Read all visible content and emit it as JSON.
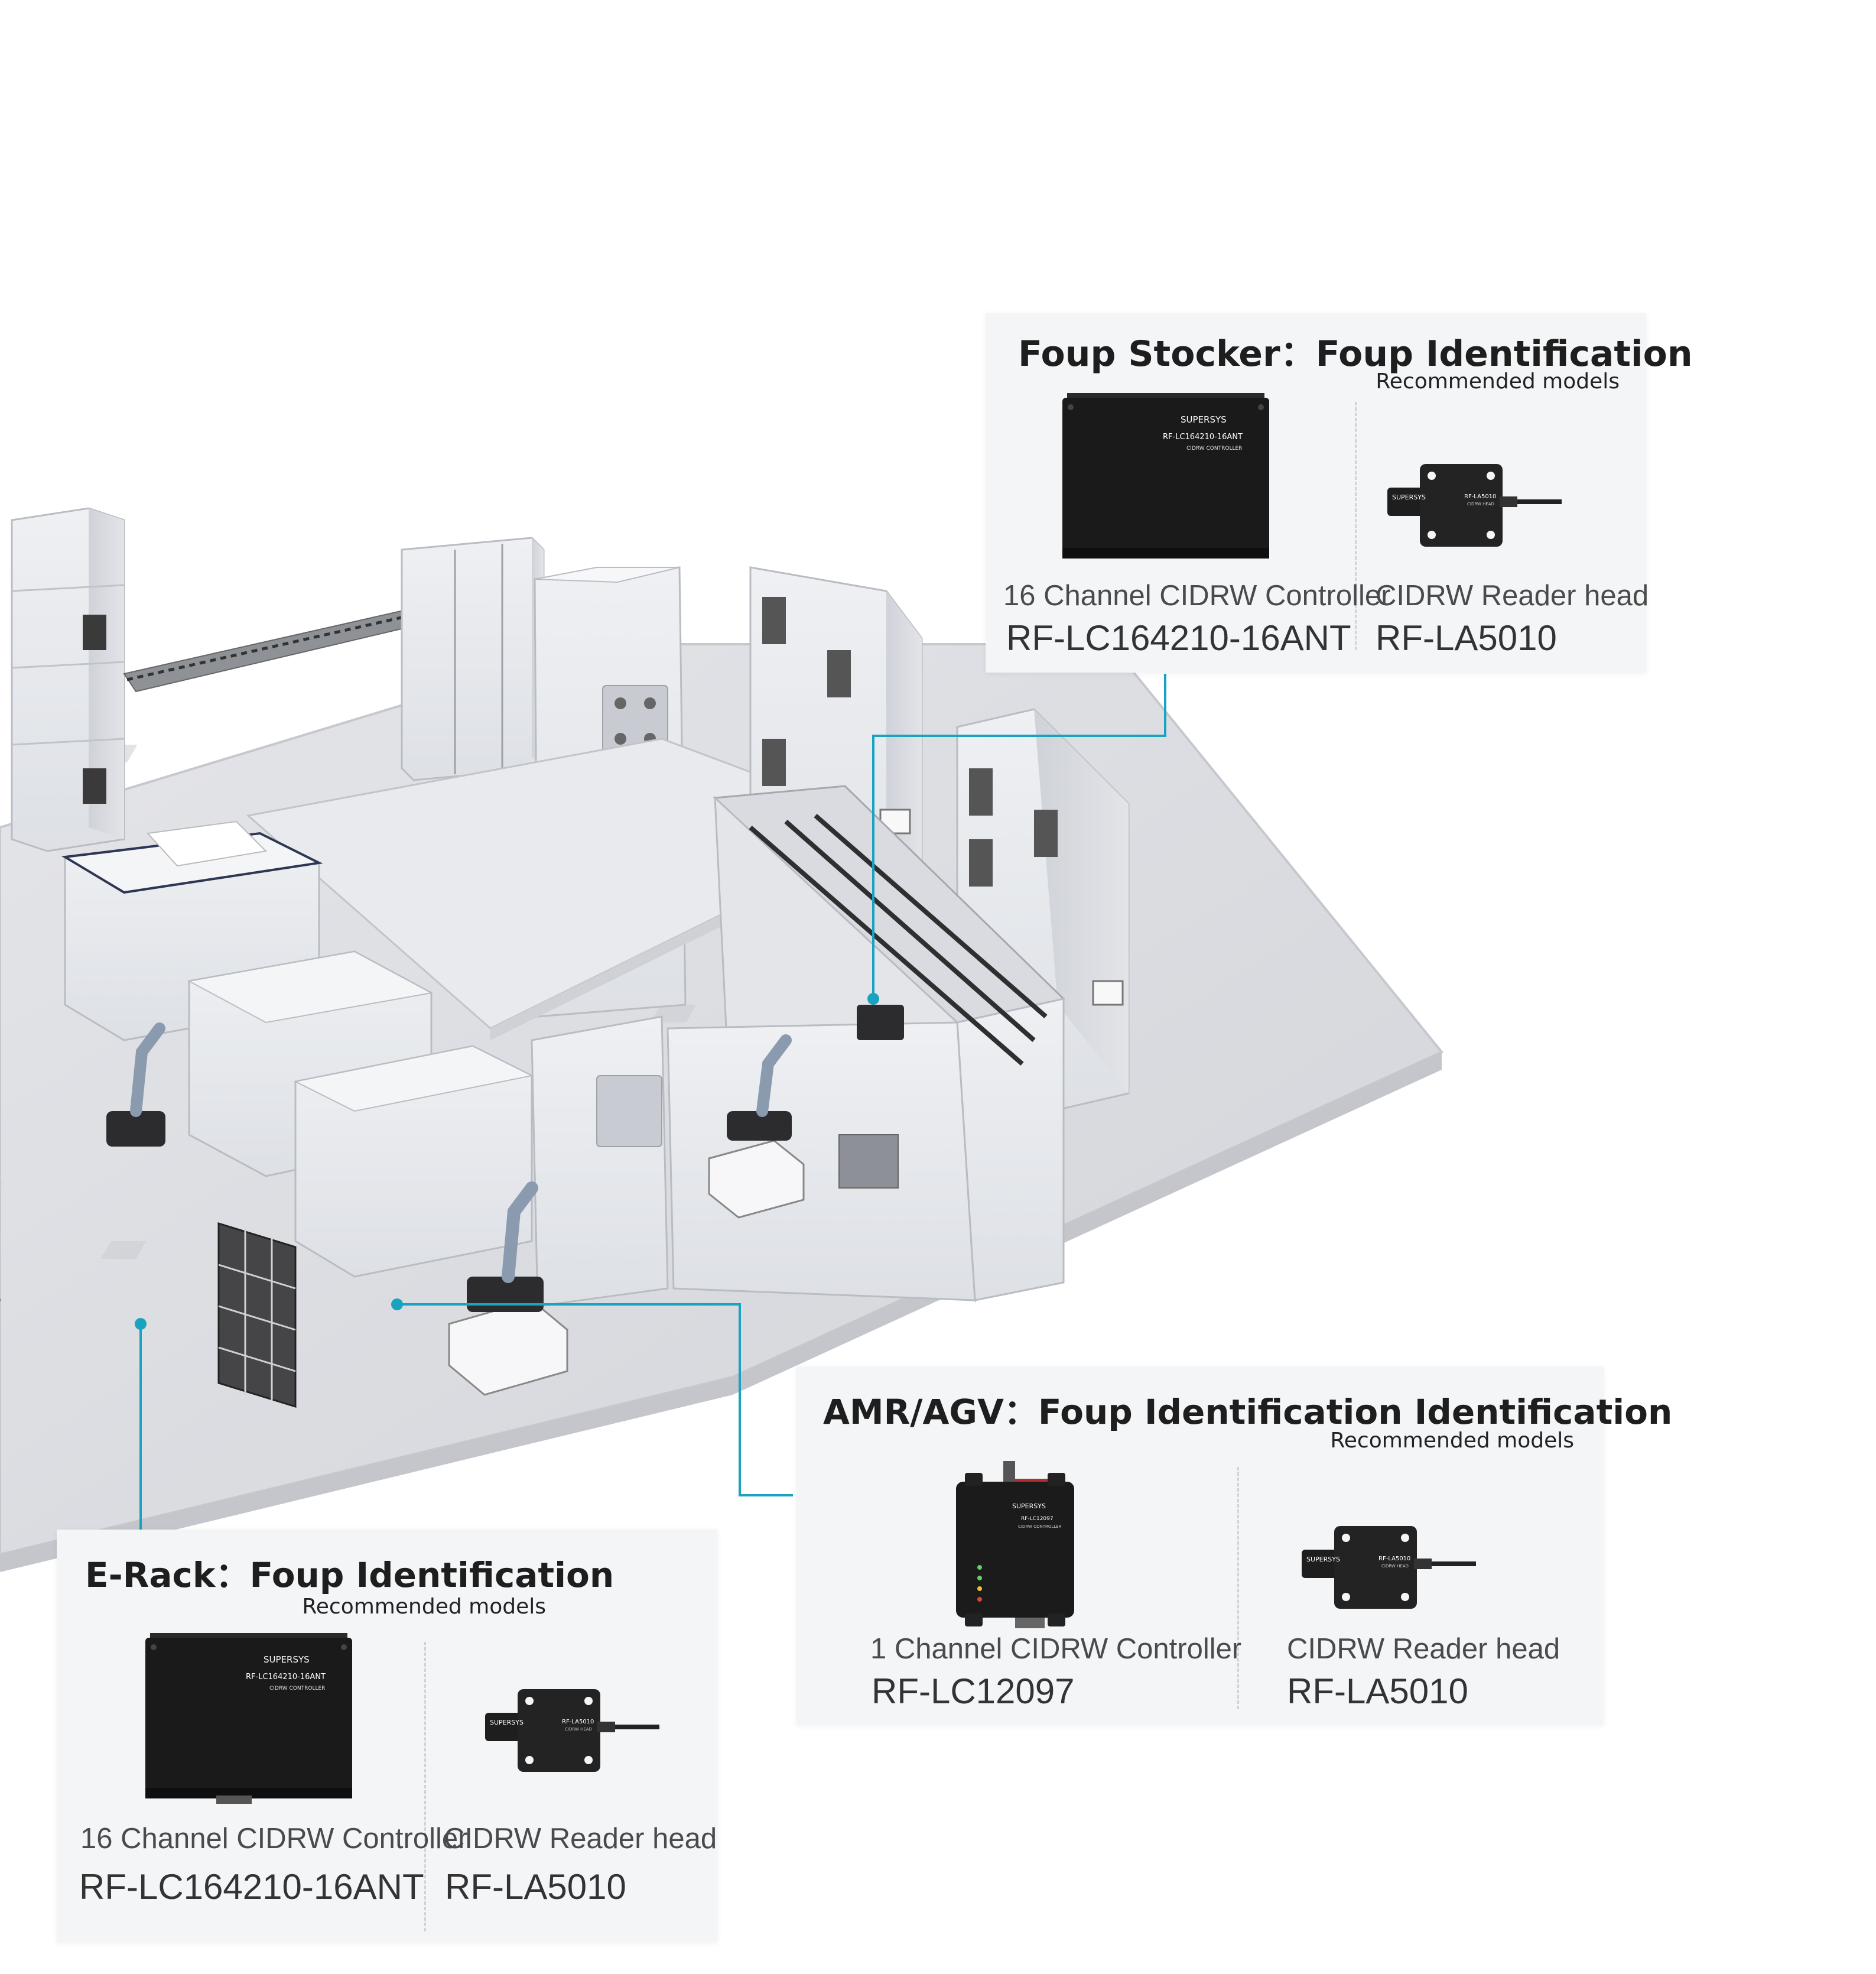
{
  "colors": {
    "accent_line": "#1aa3c0",
    "panel_bg": "#f3f5f7",
    "device_body": "#1a1a1a",
    "floor": "#dcdde2",
    "machine": "#eceef2"
  },
  "panels": {
    "foup_stocker": {
      "title": "Foup Stocker：Foup Identification",
      "subtitle": "Recommended models",
      "products": [
        {
          "device_label_brand": "SUPERSYS",
          "device_label_model": "RF-LC164210-16ANT",
          "device_label_type": "CIDRW CONTROLLER",
          "description": "16 Channel  CIDRW Controller",
          "model": "RF-LC164210-16ANT"
        },
        {
          "device_label_brand": "SUPERSYS",
          "device_label_model": "RF-LA5010",
          "device_label_type": "CIDRW HEAD",
          "description": "CIDRW Reader head",
          "model": "RF-LA5010"
        }
      ]
    },
    "amr_agv": {
      "title": "AMR/AGV：Foup Identification Identification",
      "subtitle": "Recommended models",
      "products": [
        {
          "device_label_brand": "SUPERSYS",
          "device_label_model": "RF-LC12097",
          "device_label_type": "CIDRW CONTROLLER",
          "description": "1 Channel  CIDRW Controller",
          "model": "RF-LC12097"
        },
        {
          "device_label_brand": "SUPERSYS",
          "device_label_model": "RF-LA5010",
          "device_label_type": "CIDRW HEAD",
          "description": "CIDRW Reader head",
          "model": "RF-LA5010"
        }
      ]
    },
    "e_rack": {
      "title": "E-Rack：Foup Identification",
      "subtitle": "Recommended models",
      "products": [
        {
          "device_label_brand": "SUPERSYS",
          "device_label_model": "RF-LC164210-16ANT",
          "device_label_type": "CIDRW CONTROLLER",
          "description": "16 Channel  CIDRW Controller",
          "model": "RF-LC164210-16ANT"
        },
        {
          "device_label_brand": "SUPERSYS",
          "device_label_model": "RF-LA5010",
          "device_label_type": "CIDRW HEAD",
          "description": "CIDRW Reader head",
          "model": "RF-LA5010"
        }
      ]
    }
  }
}
